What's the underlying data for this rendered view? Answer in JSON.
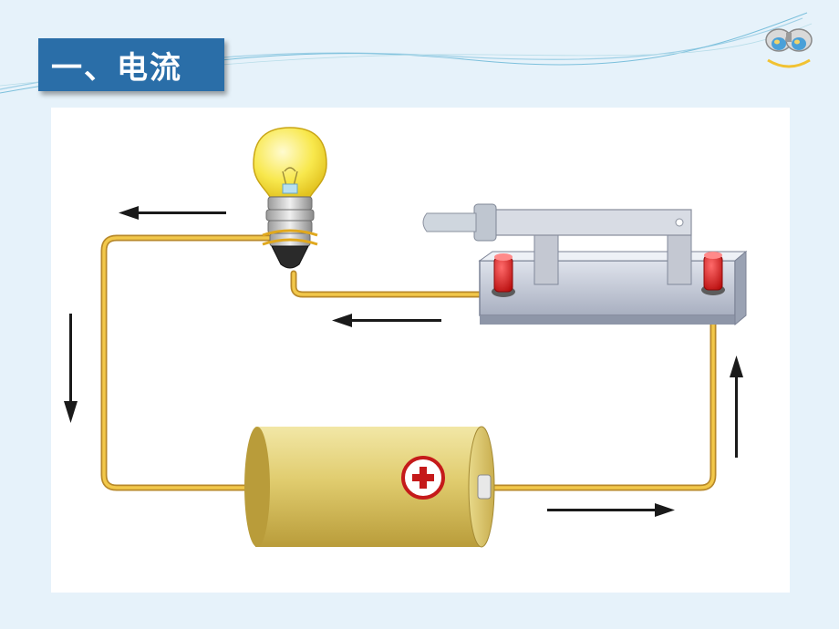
{
  "slide": {
    "title": "一、电流"
  },
  "icons": {
    "header": "binoculars-icon"
  },
  "colors": {
    "title_bg": "#2a6ea8",
    "wire": "#e8b83a",
    "terminal": "#d81c1c",
    "battery": "#d9c76a",
    "bulb": "#f6e04a",
    "arrow": "#1a1a1a"
  },
  "diagram": {
    "components": [
      "light-bulb",
      "knife-switch",
      "battery"
    ],
    "battery_symbol": "+",
    "current_direction": "counterclockwise"
  }
}
